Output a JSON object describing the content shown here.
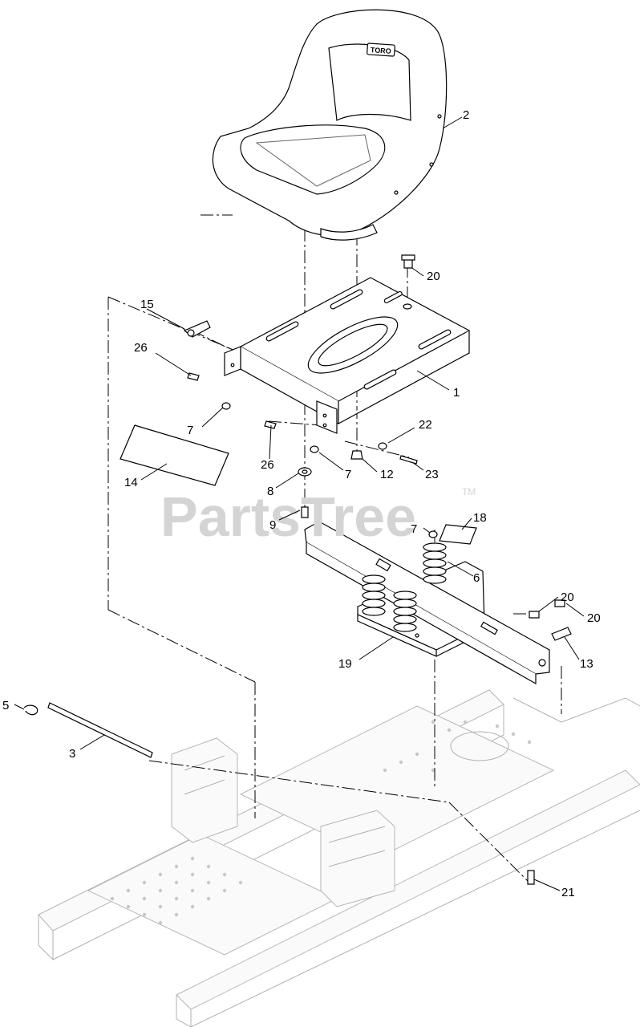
{
  "watermark": {
    "text": "PartsTree",
    "trademark": "TM"
  },
  "seat_brand": "TORO",
  "callouts": [
    {
      "id": "c2",
      "label": "2"
    },
    {
      "id": "c20a",
      "label": "20"
    },
    {
      "id": "c15",
      "label": "15"
    },
    {
      "id": "c26a",
      "label": "26"
    },
    {
      "id": "c1",
      "label": "1"
    },
    {
      "id": "c7a",
      "label": "7"
    },
    {
      "id": "c22",
      "label": "22"
    },
    {
      "id": "c26b",
      "label": "26"
    },
    {
      "id": "c7b",
      "label": "7"
    },
    {
      "id": "c12",
      "label": "12"
    },
    {
      "id": "c23",
      "label": "23"
    },
    {
      "id": "c14",
      "label": "14"
    },
    {
      "id": "c8",
      "label": "8"
    },
    {
      "id": "c18",
      "label": "18"
    },
    {
      "id": "c9",
      "label": "9"
    },
    {
      "id": "c7c",
      "label": "7"
    },
    {
      "id": "c6",
      "label": "6"
    },
    {
      "id": "c20b",
      "label": "20"
    },
    {
      "id": "c20c",
      "label": "20"
    },
    {
      "id": "c19",
      "label": "19"
    },
    {
      "id": "c13",
      "label": "13"
    },
    {
      "id": "c5",
      "label": "5"
    },
    {
      "id": "c3",
      "label": "3"
    },
    {
      "id": "c21",
      "label": "21"
    }
  ]
}
